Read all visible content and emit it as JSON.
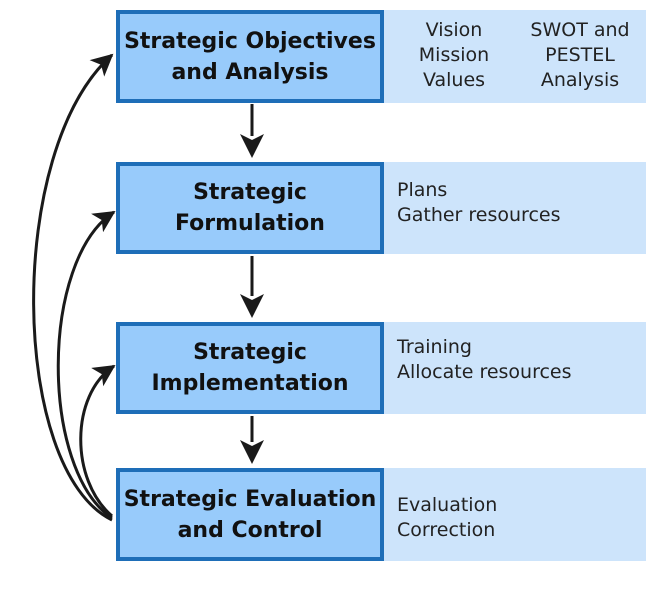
{
  "stages": [
    {
      "title": "Strategic Objectives\nand Analysis",
      "details": [
        "Vision\nMission\nValues",
        "SWOT and\nPESTEL\nAnalysis"
      ]
    },
    {
      "title": "Strategic\nFormulation",
      "details": [
        "Plans\nGather resources"
      ]
    },
    {
      "title": "Strategic\nImplementation",
      "details": [
        "Training\nAllocate resources"
      ]
    },
    {
      "title": "Strategic Evaluation\nand Control",
      "details": [
        "Evaluation\nCorrection"
      ]
    }
  ],
  "colors": {
    "box_fill": "#98cbfb",
    "box_border": "#1e6eb8",
    "panel_fill": "#cde4fb",
    "arrow": "#1a1a1a"
  }
}
